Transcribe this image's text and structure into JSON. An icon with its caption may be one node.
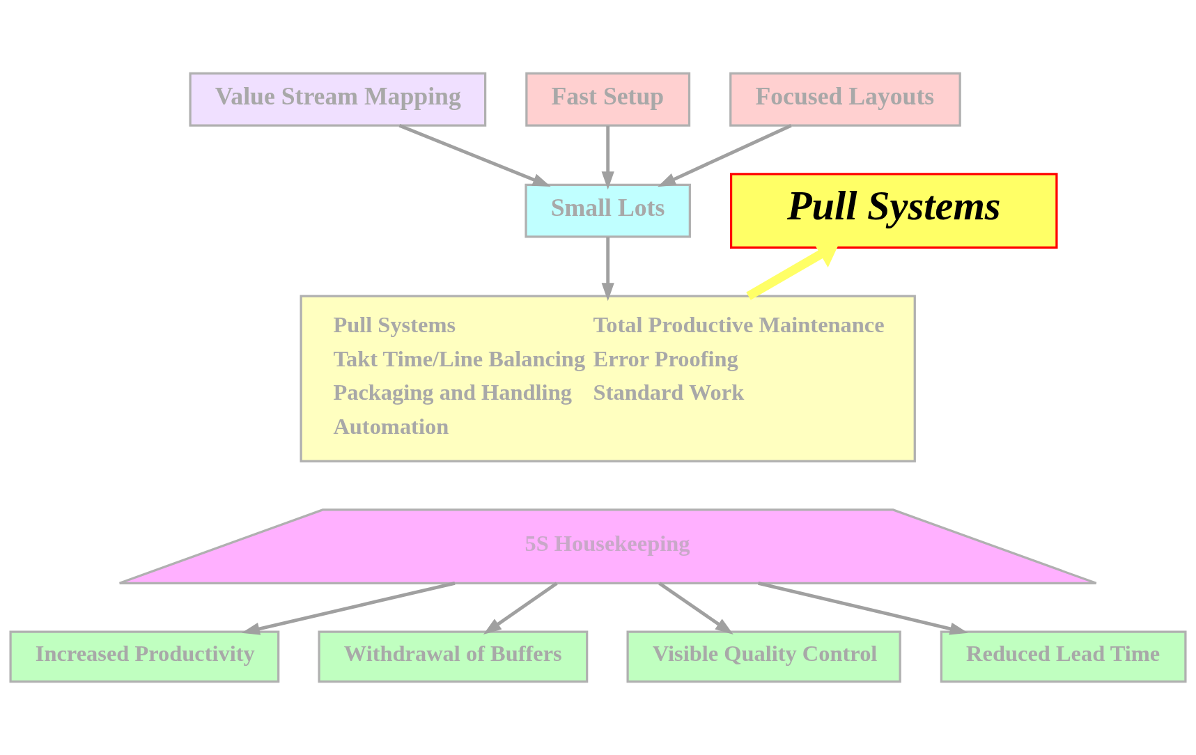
{
  "diagram": {
    "nodes": [
      {
        "text": [
          "Value Stream Mapping"
        ]
      },
      {
        "text": [
          "Fast Setup"
        ]
      },
      {
        "text": [
          "Focused Layouts"
        ]
      },
      {
        "text": [
          "Small Lots"
        ]
      },
      {
        "text": [
          "Pull Systems"
        ]
      },
      {
        "text": [
          "Pull Systems",
          "Takt Time/Line Balancing",
          "Packaging and Handling",
          "Automation",
          "Total Productive Maintenance",
          "Error Proofing",
          "Standard Work"
        ]
      },
      {
        "text": [
          "5S Housekeeping"
        ]
      },
      {
        "text": [
          "Increased Productivity"
        ]
      },
      {
        "text": [
          "Withdrawal of Buffers"
        ]
      },
      {
        "text": [
          "Visible Quality Control"
        ]
      },
      {
        "text": [
          "Reduced Lead Time"
        ]
      }
    ],
    "edges": [
      {
        "from": 0,
        "to": 3,
        "arrow": "to"
      },
      {
        "from": 1,
        "to": 3,
        "arrow": "to"
      },
      {
        "from": 2,
        "to": 3,
        "arrow": "to"
      },
      {
        "from": 3,
        "to": 5,
        "arrow": "to"
      },
      {
        "from": 5,
        "to": 4,
        "arrow": "to",
        "style": "thick",
        "color": "#ffff66"
      },
      {
        "from": 6,
        "to": 7,
        "arrow": "to"
      },
      {
        "from": 6,
        "to": 8,
        "arrow": "to"
      },
      {
        "from": 6,
        "to": 9,
        "arrow": "to"
      },
      {
        "from": 6,
        "to": 10,
        "arrow": "to"
      }
    ]
  }
}
